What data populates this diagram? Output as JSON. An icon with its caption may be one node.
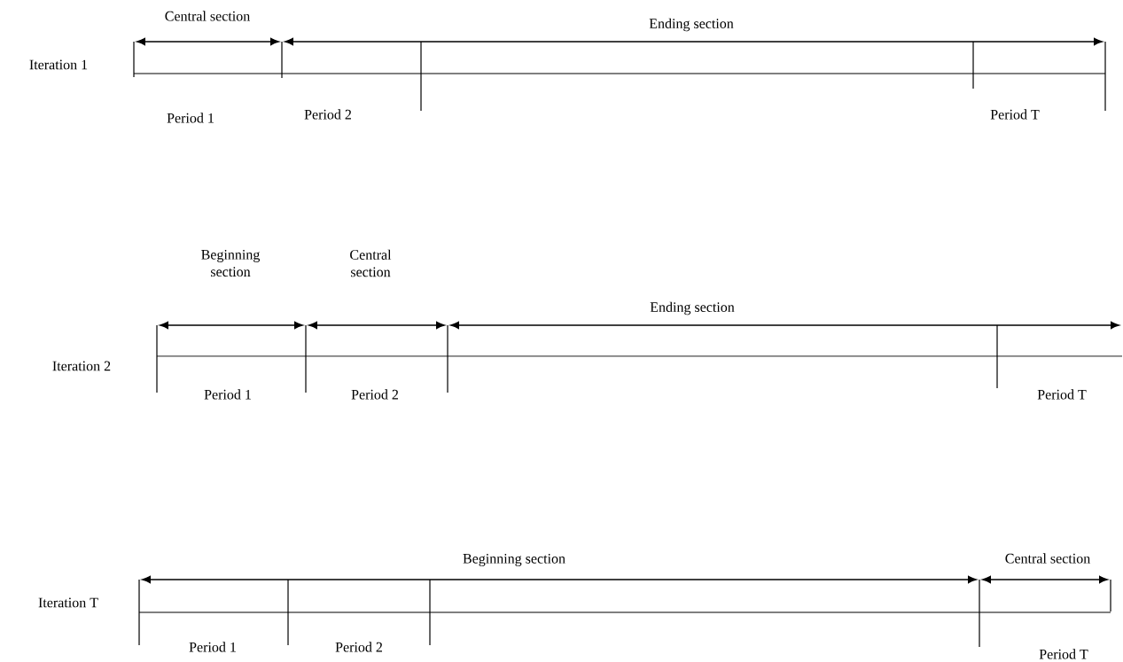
{
  "diagram": {
    "labels": [
      "Central section",
      "Ending section",
      "Iteration 1",
      "Period 1",
      "Period 2",
      "Period T",
      "Beginning section",
      "Central section",
      "Ending section",
      "Iteration 2",
      "Period 1",
      "Period 2",
      "Period T",
      "Beginning section",
      "Central section",
      "Iteration T",
      "Period 1",
      "Period 2",
      "Period T"
    ]
  }
}
